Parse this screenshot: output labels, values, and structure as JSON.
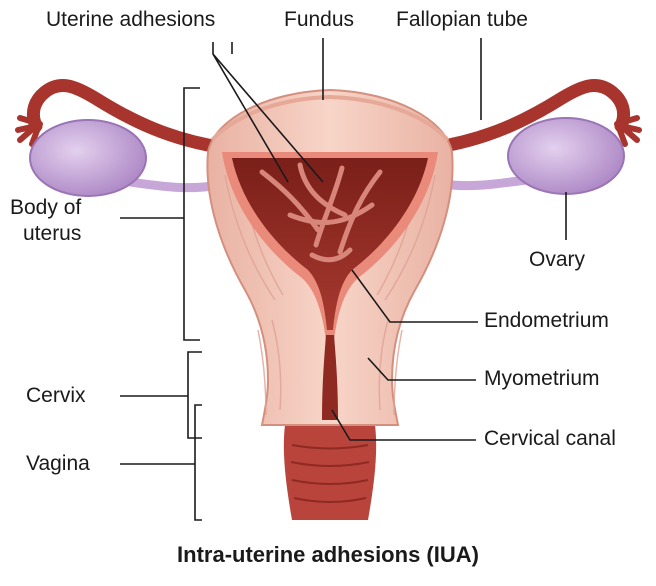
{
  "labels": {
    "uterine_adhesions": "Uterine adhesions",
    "fundus": "Fundus",
    "fallopian_tube": "Fallopian tube",
    "body_of_uterus_line1": "Body of",
    "body_of_uterus_line2": "uterus",
    "ovary": "Ovary",
    "endometrium": "Endometrium",
    "myometrium": "Myometrium",
    "cervix": "Cervix",
    "cervical_canal": "Cervical canal",
    "vagina": "Vagina"
  },
  "caption": "Intra-uterine adhesions (IUA)",
  "colors": {
    "uterus_wall": "#f2c3b4",
    "uterus_wall_shade": "#e7a898",
    "cavity": "#8e2a22",
    "tube": "#a8352d",
    "ovary": "#c7a6d8",
    "vagina": "#b8443c",
    "leader_line": "#1a1a1a"
  }
}
